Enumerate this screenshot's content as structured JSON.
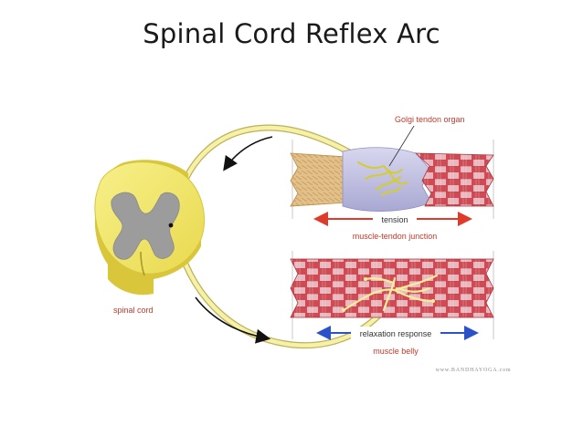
{
  "slide": {
    "title": "Spinal Cord Reflex Arc"
  },
  "labels": {
    "golgi_tendon_organ": "Golgi tendon organ",
    "tension": "tension",
    "muscle_tendon_junction": "muscle-tendon junction",
    "spinal_cord": "spinal cord",
    "relaxation_response": "relaxation response",
    "muscle_belly": "muscle belly",
    "watermark": "www.BANDHAYOGA.com"
  },
  "colors": {
    "label_red": "#c0392b",
    "arrow_red": "#e03a2a",
    "arrow_blue": "#2b52c8",
    "nerve_yellow": "#f4ee9c",
    "cord_yellow": "#f3e86a",
    "grey_matter": "#9c9c9c",
    "muscle_red": "#c9434b",
    "tendon_lavender": "#b7b6db"
  }
}
